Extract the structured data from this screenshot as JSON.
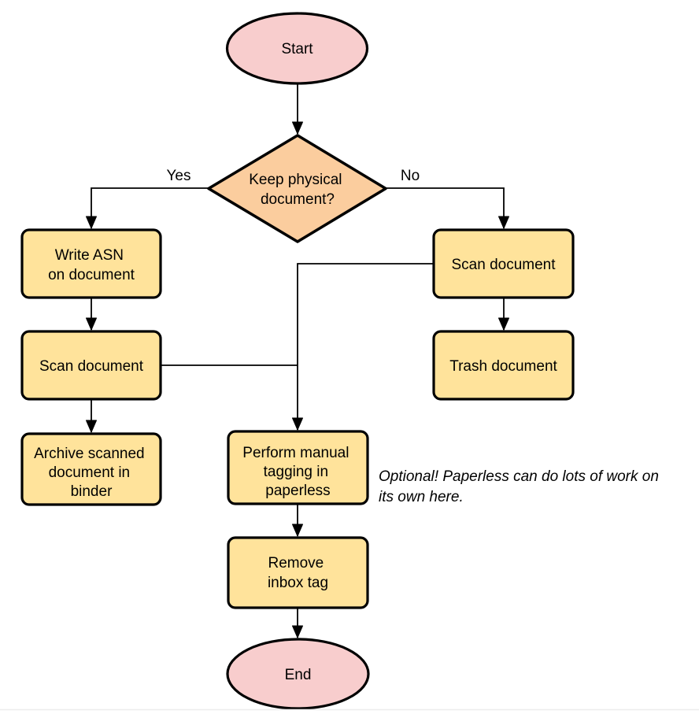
{
  "colors": {
    "terminal_fill": "#F8CDCD",
    "decision_fill": "#FBCD9E",
    "process_fill": "#FFE39B",
    "outline": "#000000",
    "divider": "#EDEDED"
  },
  "nodes": {
    "start": {
      "label": "Start"
    },
    "decision": {
      "line1": "Keep physical",
      "line2": "document?"
    },
    "write_asn": {
      "line1": "Write ASN",
      "line2": "on document"
    },
    "scan_left": {
      "label": "Scan document"
    },
    "archive": {
      "line1": "Archive scanned",
      "line2": "document in",
      "line3": "binder"
    },
    "scan_right": {
      "label": "Scan document"
    },
    "trash": {
      "label": "Trash document"
    },
    "tagging": {
      "line1": "Perform manual",
      "line2": "tagging in",
      "line3": "paperless"
    },
    "remove_inbox": {
      "line1": "Remove",
      "line2": "inbox tag"
    },
    "end": {
      "label": "End"
    }
  },
  "edges": {
    "yes_label": "Yes",
    "no_label": "No"
  },
  "note": {
    "line1": "Optional! Paperless can do lots of work on",
    "line2": "its own here."
  }
}
